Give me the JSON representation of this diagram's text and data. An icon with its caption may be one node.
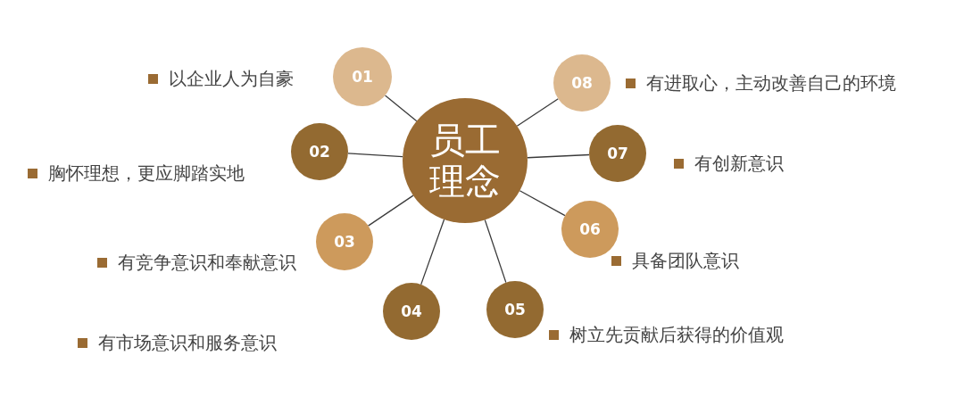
{
  "diagram": {
    "nodes": [
      {
        "text": [
          "员工理念"
        ]
      },
      {
        "text": [
          "01"
        ],
        "beside": [
          "以企业人为自豪"
        ]
      },
      {
        "text": [
          "02"
        ],
        "beside": [
          "胸怀理想，更应脚踏实地"
        ]
      },
      {
        "text": [
          "03"
        ],
        "beside": [
          "有竞争意识和奉献意识"
        ]
      },
      {
        "text": [
          "04"
        ]
      },
      {
        "text": [
          "05"
        ],
        "beside": [
          "树立先贡献后获得的价值观"
        ]
      },
      {
        "text": [
          "06"
        ],
        "beside": [
          "具备团队意识"
        ]
      },
      {
        "text": [
          "07"
        ],
        "beside": [
          "有创新意识"
        ]
      },
      {
        "text": [
          "08"
        ],
        "beside": [
          "有进取心，主动改善自己的环境"
        ]
      }
    ],
    "edges": [
      {
        "from": 0,
        "to": 1,
        "arrow": "none"
      },
      {
        "from": 0,
        "to": 2,
        "arrow": "none"
      },
      {
        "from": 0,
        "to": 3,
        "arrow": "none"
      },
      {
        "from": 0,
        "to": 4,
        "arrow": "none"
      },
      {
        "from": 0,
        "to": 5,
        "arrow": "none"
      },
      {
        "from": 0,
        "to": 6,
        "arrow": "none"
      },
      {
        "from": 0,
        "to": 7,
        "arrow": "none"
      },
      {
        "from": 0,
        "to": 8,
        "arrow": "none"
      }
    ],
    "labels": [
      "有市场意识和服务意识"
    ]
  }
}
